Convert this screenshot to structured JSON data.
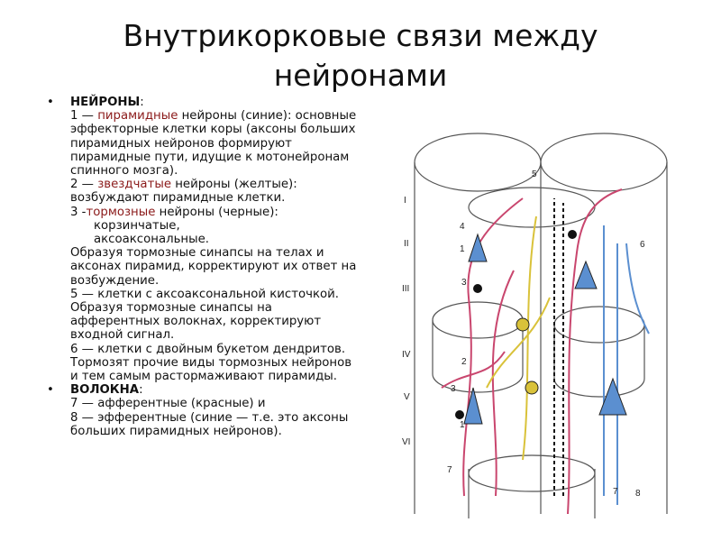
{
  "title": "Внутрикорковые связи между нейронами",
  "neurons": {
    "heading": "НЕЙРОНЫ",
    "p1_num": "1 — ",
    "p1_hl": "пирамидные",
    "p1_rest": " нейроны (синие): основные эффекторные клетки коры (аксоны больших пирамидных нейронов формируют пирамидные пути, идущие к мотонейронам спинного мозга).",
    "p2_num": "2 — ",
    "p2_hl": "звездчатые",
    "p2_rest": " нейроны (желтые): возбуждают пирамидные клетки.",
    "p3_num": "3 -",
    "p3_hl": "тормозные",
    "p3_rest": " нейроны (черные):",
    "p3_sub1": "корзинчатые,",
    "p3_sub2": "аксоаксональные.",
    "p3_desc": "Образуя тормозные синапсы на телах и аксонах пирамид, корректируют их ответ на возбуждение.",
    "p5": "5 — клетки с аксоаксональной кисточкой. Образуя тормозные синапсы на афферентных волокнах, корректируют входной сигнал.",
    "p6": "6 — клетки с двойным букетом дендритов. Тормозят прочие виды тормозных нейронов и тем самым растормаживают пирамиды."
  },
  "fibers": {
    "heading": "ВОЛОКНА",
    "p7": "7 — афферентные (красные) и",
    "p8": "8 — эфферентные (синие — т.е. это аксоны больших пирамидных нейронов)."
  },
  "diagram": {
    "layers": [
      "I",
      "II",
      "III",
      "IV",
      "V",
      "VI"
    ],
    "numbers": [
      "5",
      "4",
      "1",
      "6",
      "3",
      "2",
      "3",
      "1",
      "7",
      "7",
      "8"
    ],
    "colors": {
      "pyramidal": "#5b8fd0",
      "stellate": "#d9c23a",
      "afferent": "#c9466e",
      "inhibitory": "#111111"
    }
  }
}
